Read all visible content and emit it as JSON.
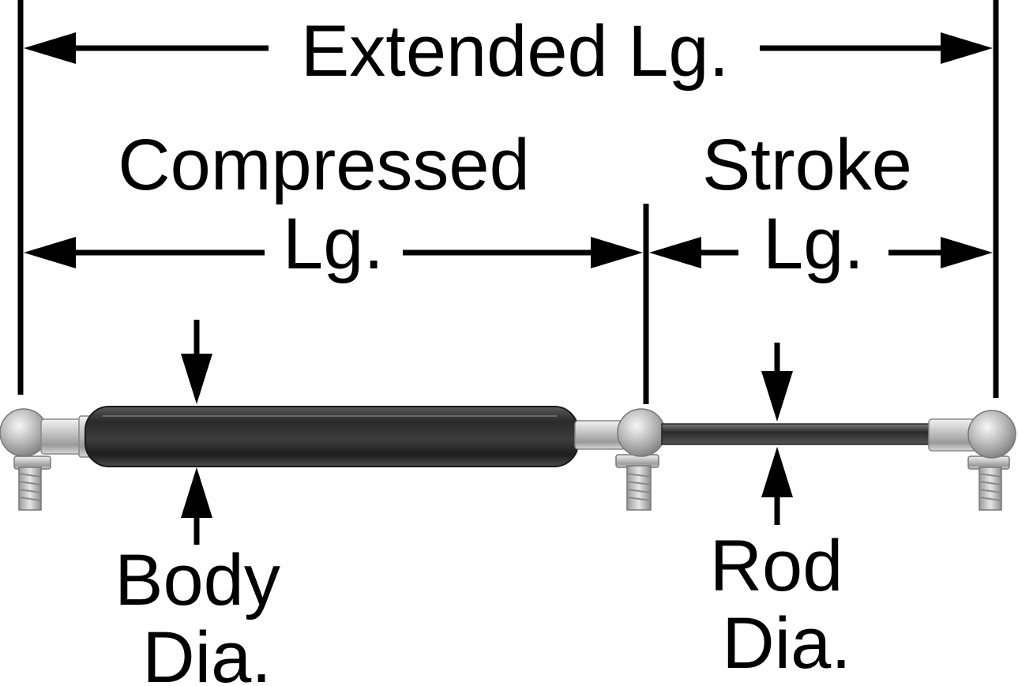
{
  "labels": {
    "extended": "Extended Lg.",
    "compressed_line1": "Compressed",
    "compressed_line2": "Lg.",
    "stroke_line1": "Stroke",
    "stroke_line2": "Lg.",
    "body_line1": "Body",
    "body_line2": "Dia.",
    "rod_line1": "Rod",
    "rod_line2": "Dia."
  },
  "colors": {
    "ink": "#000000",
    "background": "#ffffff",
    "body_tube": "#2e2e2e",
    "rod": "#3a3a3a",
    "metal": "#c8c8c8"
  }
}
